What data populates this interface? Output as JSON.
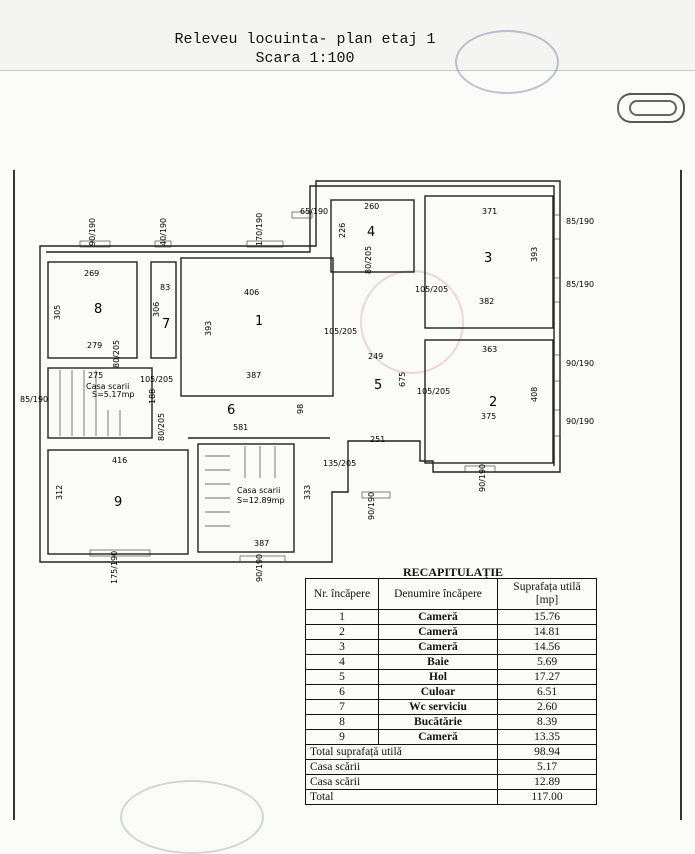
{
  "header": {
    "title_line1": "Releveu locuinta- plan etaj 1",
    "title_line2": "Scara 1:100"
  },
  "rooms": [
    {
      "n": "1"
    },
    {
      "n": "2"
    },
    {
      "n": "3"
    },
    {
      "n": "4"
    },
    {
      "n": "5"
    },
    {
      "n": "6"
    },
    {
      "n": "7"
    },
    {
      "n": "8"
    },
    {
      "n": "9"
    }
  ],
  "stairs": {
    "small_label": "Casa scarii",
    "small_area": "S=5.17mp",
    "large_label": "Casa scarii",
    "large_area": "S=12.89mp"
  },
  "dimensions": {
    "d269": "269",
    "d305": "305",
    "d279": "279",
    "d275": "275",
    "d406": "406",
    "d393a": "393",
    "d387a": "387",
    "d83": "83",
    "d306": "306",
    "d260": "260",
    "d226": "226",
    "d371": "371",
    "d393b": "393",
    "d382": "382",
    "d363": "363",
    "d408": "408",
    "d375": "375",
    "d249": "249",
    "d675": "675",
    "d251": "251",
    "d581": "581",
    "d416": "416",
    "d312": "312",
    "d333": "333",
    "d387b": "387",
    "d188": "188",
    "d98": "98",
    "w90_190a": "90/190",
    "w40_190": "40/190",
    "w170_190": "170/190",
    "w65_190": "65/190",
    "w85_190a": "85/190",
    "w85_190b": "85/190",
    "w85_190c": "85/190",
    "w90_190b": "90/190",
    "w90_190c": "90/190",
    "w175_190": "175/190",
    "w90_190d": "90/190",
    "w90_190e": "90/190",
    "w90_190f": "90/190",
    "dr80_205a": "80/205",
    "dr105_205a": "105/205",
    "dr105_205b": "105/205",
    "dr105_205c": "105/205",
    "dr80_205b": "80/205",
    "dr135_205": "135/205",
    "dr80_205c": "80/205",
    "dr105_205d": "105/205"
  },
  "recap": {
    "title": "RECAPITULAȚIE",
    "headers": {
      "nr": "Nr. încăpere",
      "name": "Denumire încăpere",
      "area": "Suprafața utilă [mp]"
    },
    "rows": [
      {
        "nr": "1",
        "name": "Cameră",
        "area": "15.76"
      },
      {
        "nr": "2",
        "name": "Cameră",
        "area": "14.81"
      },
      {
        "nr": "3",
        "name": "Cameră",
        "area": "14.56"
      },
      {
        "nr": "4",
        "name": "Baie",
        "area": "5.69"
      },
      {
        "nr": "5",
        "name": "Hol",
        "area": "17.27"
      },
      {
        "nr": "6",
        "name": "Culoar",
        "area": "6.51"
      },
      {
        "nr": "7",
        "name": "Wc serviciu",
        "area": "2.60"
      },
      {
        "nr": "8",
        "name": "Bucătărie",
        "area": "8.39"
      },
      {
        "nr": "9",
        "name": "Cameră",
        "area": "13.35"
      }
    ],
    "totals": [
      {
        "label": "Total suprafață utilă",
        "value": "98.94"
      },
      {
        "label": "Casa scării",
        "value": "5.17"
      },
      {
        "label": "Casa scării",
        "value": "12.89"
      },
      {
        "label": "Total",
        "value": "117.00"
      }
    ]
  }
}
